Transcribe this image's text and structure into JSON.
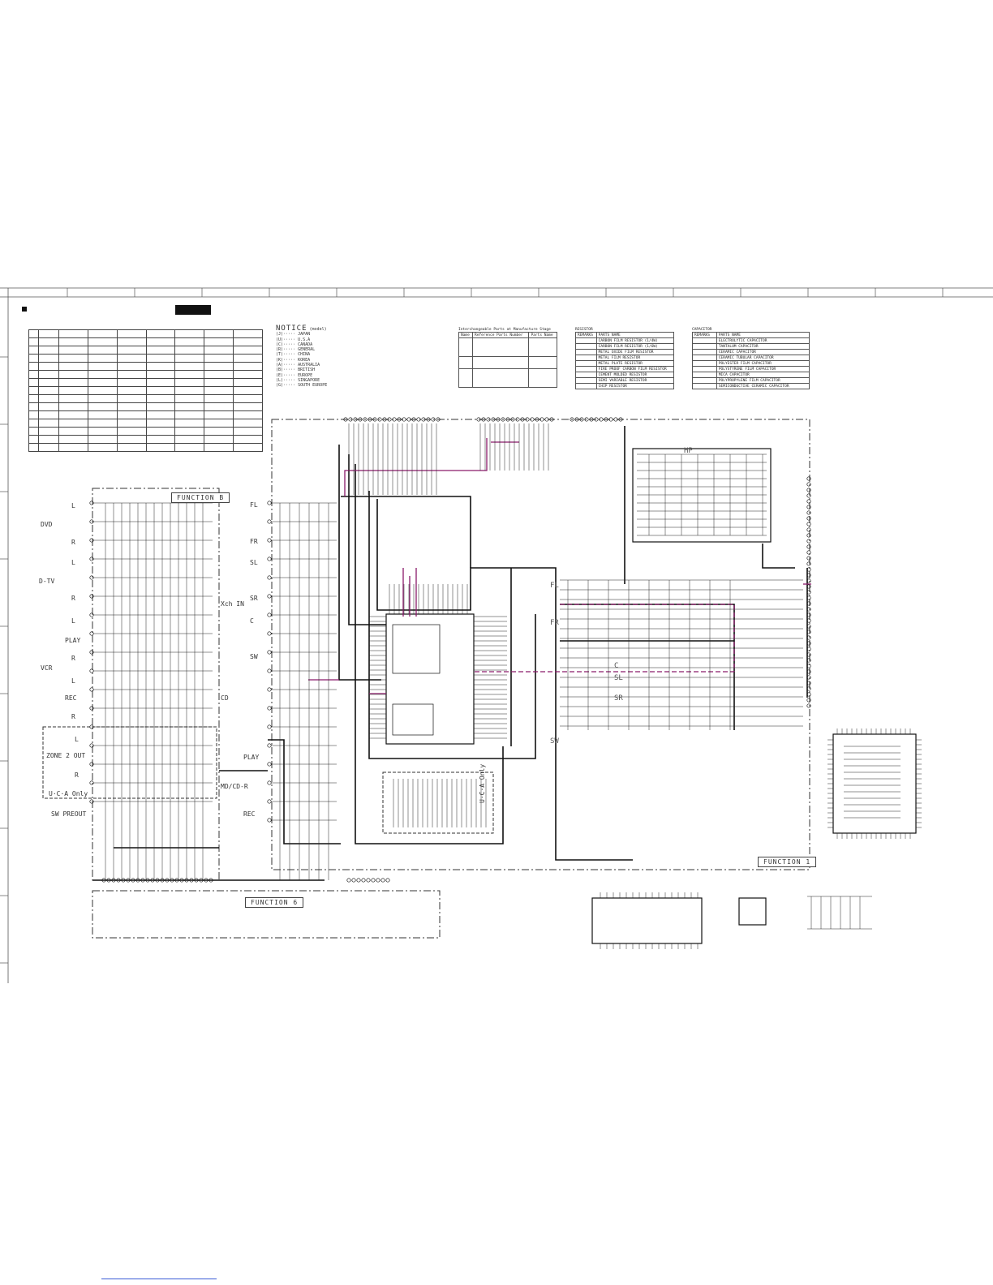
{
  "header": {
    "model_tag": ""
  },
  "spec_table": {
    "headers": [
      "",
      "",
      "",
      "",
      "",
      "",
      "",
      "",
      "",
      ""
    ],
    "rows": [
      {
        "ref": "",
        "cells": [
          "",
          "",
          "",
          "",
          "",
          "",
          "",
          ""
        ]
      }
    ]
  },
  "notice": {
    "title": "NOTICE",
    "subtitle": "(model)",
    "lines": [
      "(J)····· JAPAN",
      "(U)····· U.S.A",
      "(C)····· CANADA",
      "(R)····· GENERAL",
      "(T)····· CHINA",
      "(K)····· KOREA",
      "(A)····· AUSTRALIA",
      "(B)····· BRITISH",
      "(E)····· EUROPE",
      "(L)····· SINGAPORE",
      "(G)····· SOUTH EUROPE"
    ]
  },
  "interchangeable": {
    "title": "Interchangeable Parts at Manufacture Stage",
    "headers": [
      "Name",
      "Reference Parts Number",
      "Parts Name"
    ]
  },
  "resistor_legend": {
    "title": "RESISTOR",
    "headers": [
      "REMARKS",
      "PARTS NAME"
    ],
    "rows": [
      "CARBON FILM RESISTOR (1/4W)",
      "CARBON FILM RESISTOR (1/6W)",
      "METAL OXIDE FILM RESISTOR",
      "METAL FILM RESISTOR",
      "METAL PLATE RESISTOR",
      "FIRE PROOF CARBON FILM RESISTOR",
      "CEMENT MOLDED RESISTOR",
      "SEMI VARIABLE RESISTOR",
      "CHIP RESISTOR"
    ]
  },
  "capacitor_legend": {
    "title": "CAPACITOR",
    "headers": [
      "REMARKS",
      "PARTS NAME"
    ],
    "rows": [
      "ELECTROLYTIC CAPACITOR",
      "TANTALUM CAPACITOR",
      "CERAMIC CAPACITOR",
      "CERAMIC TUBULAR CAPACITOR",
      "POLYESTER FILM CAPACITOR",
      "POLYSTYRENE FILM CAPACITOR",
      "MICA CAPACITOR",
      "POLYPROPYLENE FILM CAPACITOR",
      "SEMICONDUCTIVE CERAMIC CAPACITOR"
    ]
  },
  "blocks": {
    "function_b": "FUNCTION B",
    "function_1": "FUNCTION 1",
    "function_6": "FUNCTION 6"
  },
  "inputs_left": {
    "dvd": "DVD",
    "dtv": "D-TV",
    "vcr": "VCR",
    "play": "PLAY",
    "rec": "REC",
    "zone2": "ZONE 2 OUT",
    "uca_only": "U·C·A Only",
    "sw_preout": "SW PREOUT",
    "l": "L",
    "r": "R"
  },
  "inputs_mid": {
    "xch_in": "Xch IN",
    "fl": "FL",
    "fr": "FR",
    "sl": "SL",
    "sr": "SR",
    "c": "C",
    "sw": "SW",
    "cd": "CD",
    "play": "PLAY",
    "md": "MD/CD-R",
    "rec": "REC"
  },
  "channels_right": {
    "hp": "HP",
    "fl": "FL",
    "fr": "FR",
    "c": "C",
    "sl": "SL",
    "sr": "SR",
    "sw": "SW",
    "uca_only": "U·C·A Only"
  },
  "colors": {
    "trace": "#1a1a1a",
    "signal": "#8a1a6a",
    "grid": "#555555"
  }
}
